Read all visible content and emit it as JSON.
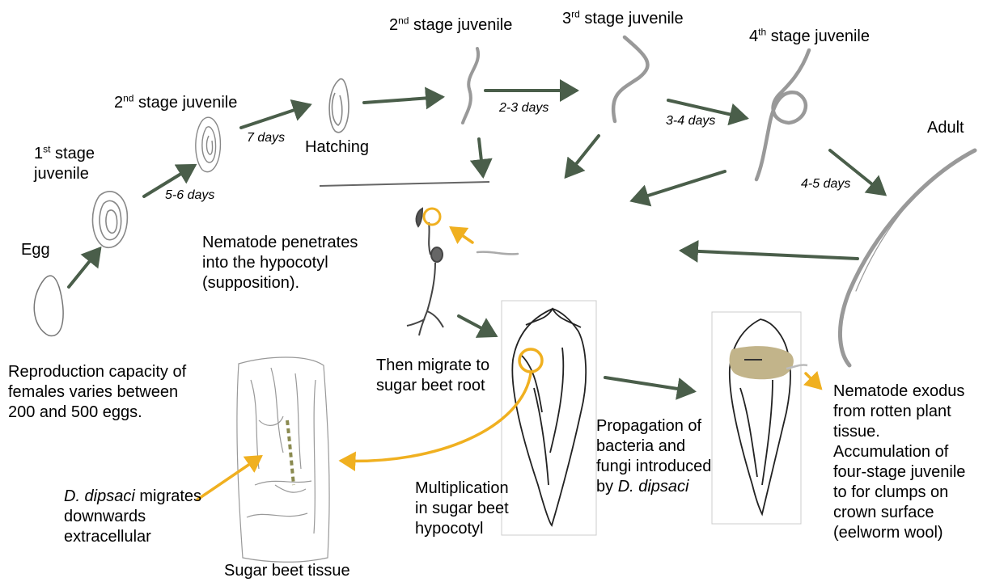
{
  "stages": {
    "egg": "Egg",
    "j1": {
      "ordinal": "1",
      "sup": "st",
      "line1_rest": " stage",
      "line2": "juvenile"
    },
    "j2_egg": {
      "ordinal": "2",
      "sup": "nd",
      "rest": " stage juvenile"
    },
    "hatching": "Hatching",
    "j2": {
      "ordinal": "2",
      "sup": "nd",
      "rest": " stage juvenile"
    },
    "j3": {
      "ordinal": "3",
      "sup": "rd",
      "rest": " stage juvenile"
    },
    "j4": {
      "ordinal": "4",
      "sup": "th",
      "rest": " stage juvenile"
    },
    "adult": "Adult"
  },
  "durations": {
    "d1": "5-6 days",
    "d2": "7 days",
    "d3": "2-3 days",
    "d4": "3-4 days",
    "d5": "4-5 days"
  },
  "notes": {
    "penetrates": [
      "Nematode penetrates",
      "into the hypocotyl",
      "(supposition)."
    ],
    "reproduction": [
      "Reproduction capacity of",
      "females varies between",
      "200 and 500 eggs."
    ],
    "migrate_root": [
      "Then migrate to",
      "sugar beet root"
    ],
    "migrates_down": {
      "species": "D. dipsaci",
      "line1_rest": " migrates",
      "line2": "downwards",
      "line3": "extracellular"
    },
    "tissue": "Sugar beet tissue",
    "multiplication": [
      "Multiplication",
      "in sugar beet",
      "hypocotyl"
    ],
    "propagation": {
      "line1": "Propagation of",
      "line2": "bacteria and",
      "line3": "fungi introduced",
      "line4_prefix": "by ",
      "line4_species": "D. dipsaci"
    },
    "exodus": [
      "Nematode exodus",
      "from rotten plant",
      "tissue.",
      "Accumulation of",
      "four-stage juvenile",
      "to for clumps on",
      "crown surface",
      "(eelworm wool)"
    ]
  },
  "colors": {
    "arrow_green": "#4a5e4a",
    "arrow_yellow": "#f0b020",
    "rot_fill": "#c2b48a",
    "sketch": "#555555"
  }
}
